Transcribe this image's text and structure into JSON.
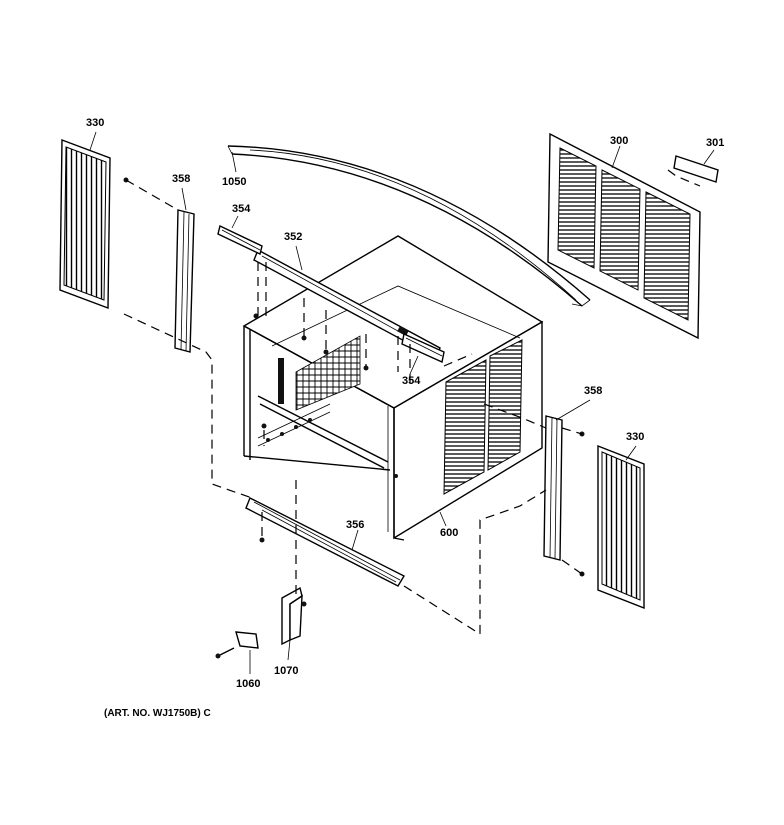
{
  "labels": {
    "grille_left": "330",
    "side_rail_left": "358",
    "track_left": "354",
    "top_rail": "352",
    "top_strip": "1050",
    "front_grille": "300",
    "tag": "301",
    "track_right": "354",
    "side_rail_right": "358",
    "grille_right": "330",
    "cabinet": "600",
    "bottom_rail": "356",
    "bracket": "1070",
    "screw_clip": "1060"
  },
  "footer": {
    "art_no": "(ART. NO. WJ1750B) C"
  }
}
